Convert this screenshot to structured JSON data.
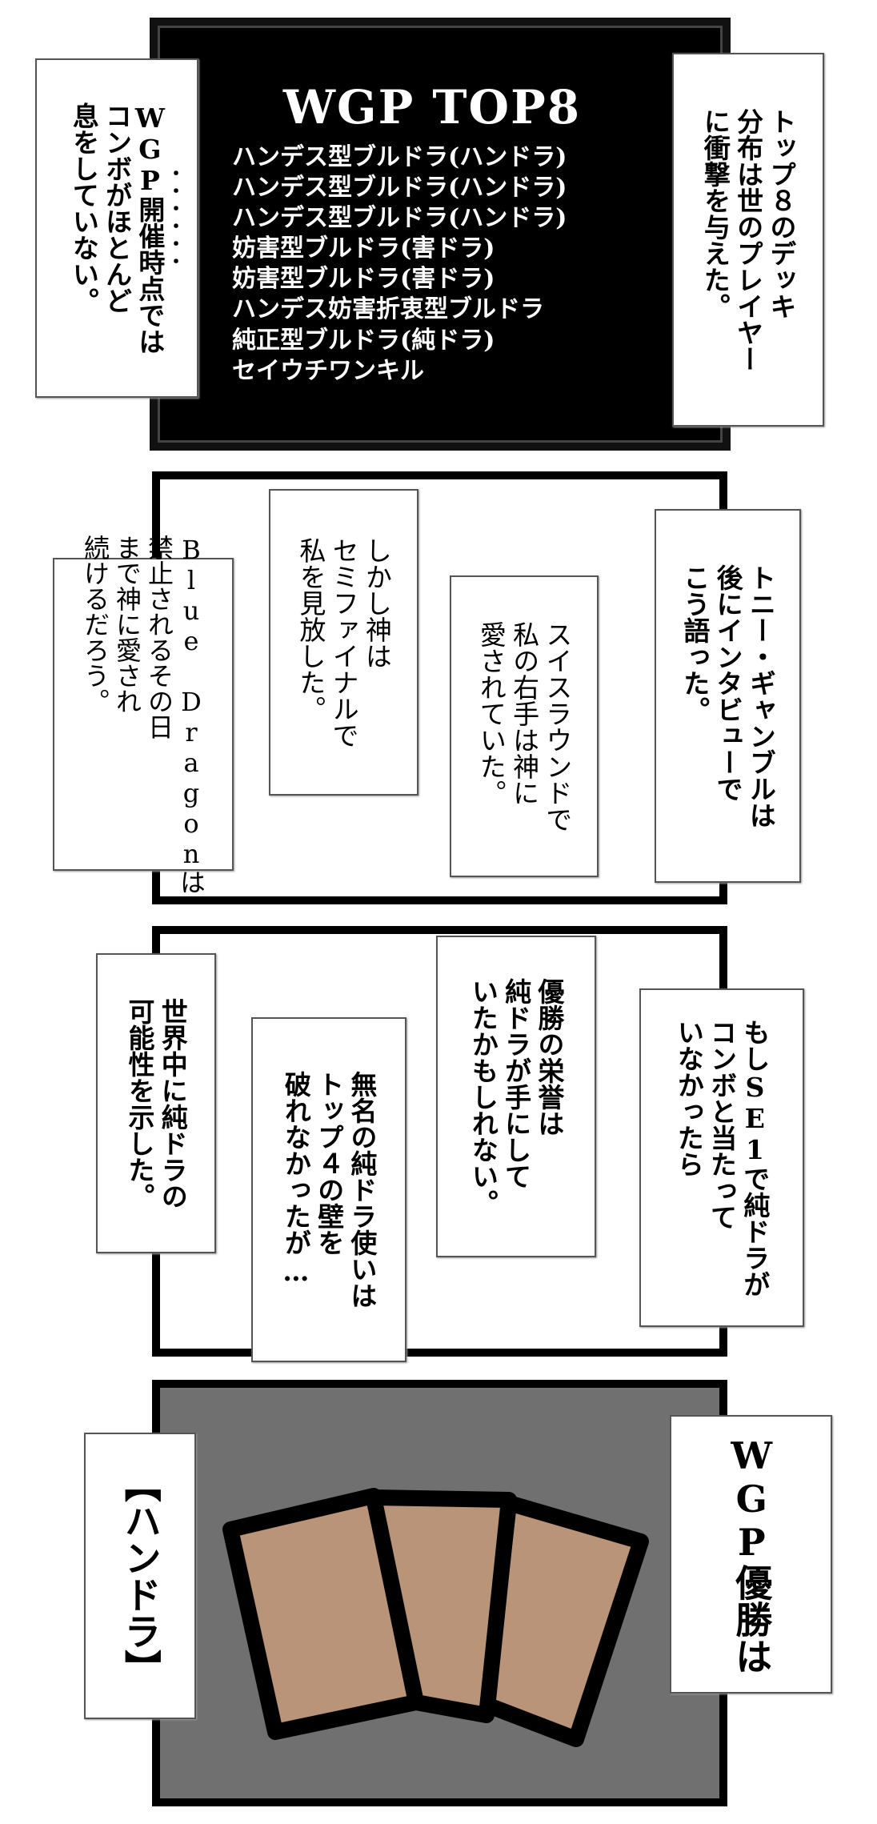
{
  "panel1": {
    "title": "WGP TOP8",
    "decks": [
      "ハンデス型ブルドラ(ハンドラ)",
      "ハンデス型ブルドラ(ハンドラ)",
      "ハンデス型ブルドラ(ハンドラ)",
      "妨害型ブルドラ(害ドラ)",
      "妨害型ブルドラ(害ドラ)",
      "ハンデス妨害折衷型ブルドラ",
      "純正型ブルドラ(純ドラ)",
      "セイウチワンキル"
    ],
    "left_caption": [
      "WGP開催時点では",
      "コンボがほとんど",
      "息をしていない。"
    ],
    "left_dots": "・・・・・・",
    "right_caption": [
      "トップ８のデッキ",
      "分布は世のプレイヤー",
      "に衝撃を与えた。"
    ]
  },
  "panel2": {
    "captions": [
      [
        "トニー・ギャンブルは",
        "後にインタビューで",
        "こう語った。"
      ],
      [
        "スイスラウンドで",
        "私の右手は神に",
        "愛されていた。"
      ],
      [
        "しかし神は",
        "セミファイナルで",
        "私を見放した。"
      ],
      [
        "Blue Dragonは",
        "禁止されるその日",
        "まで神に愛され",
        "続けるだろう。"
      ]
    ]
  },
  "panel3": {
    "captions": [
      [
        "もしSE1で純ドラが",
        "コンボと当たって",
        "いなかったら"
      ],
      [
        "優勝の栄誉は",
        "純ドラが手にして",
        "いたかもしれない。"
      ],
      [
        "無名の純ドラ使いは",
        "トップ４の壁を",
        "破れなかったが…"
      ],
      [
        "世界中に純ドラの",
        "可能性を示した。"
      ]
    ]
  },
  "panel4": {
    "right_caption": "WGP優勝は",
    "left_caption": "【ハンドラ】",
    "card_color": "#ba9478",
    "background_color": "#707070"
  }
}
